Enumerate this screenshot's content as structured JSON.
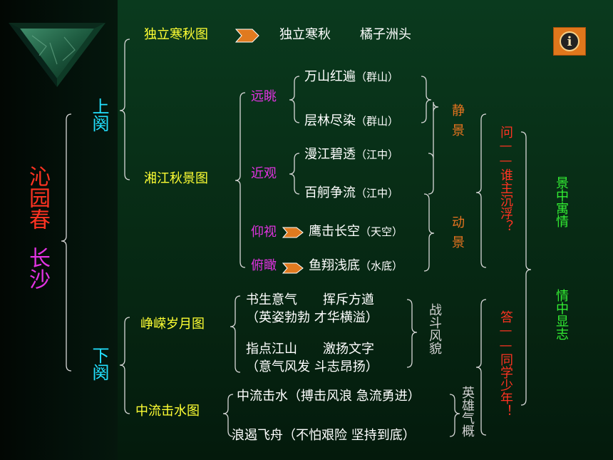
{
  "title": {
    "part1": "沁园春",
    "part2": "长沙"
  },
  "halves": {
    "upper": "上阕",
    "lower": "下阕"
  },
  "upper": {
    "scene1": {
      "label": "独立寒秋图",
      "detail1": "独立寒秋",
      "detail2": "橘子洲头"
    },
    "scene2": {
      "label": "湘江秋景图",
      "yuantiao": "远眺",
      "jinguan": "近观",
      "yangshi": "仰视",
      "fukan": "俯瞰",
      "lines": [
        {
          "text": "万山红遍",
          "note": "（群山）"
        },
        {
          "text": "层林尽染",
          "note": "（群山）"
        },
        {
          "text": "漫江碧透",
          "note": "（江中）"
        },
        {
          "text": "百舸争流",
          "note": "（江中）"
        },
        {
          "text": "鹰击长空",
          "note": "（天空）"
        },
        {
          "text": "鱼翔浅底",
          "note": "（水底）"
        }
      ],
      "static_scene": "静景",
      "dynamic_scene": "动景"
    },
    "question": "问——谁主沉浮？"
  },
  "lower": {
    "scene3": {
      "label": "峥嵘岁月图",
      "line1": "书生意气　　挥斥方遒",
      "line1_note": "（英姿勃勃 才华横溢）",
      "line2": "指点江山　　激扬文字",
      "line2_note": "（意气风发 斗志昂扬）",
      "summary": "战斗风貌"
    },
    "scene4": {
      "label": "中流击水图",
      "line1": "中流击水（搏击风浪 急流勇进）",
      "line2": "浪遏飞舟（不怕艰险 坚持到底）",
      "summary": "英雄气概"
    },
    "answer": "答——同学少年！"
  },
  "themes": {
    "theme1": "景中寓情",
    "theme2": "情中显志"
  },
  "info_button": {
    "icon": "info-icon",
    "glyph": "i"
  },
  "colors": {
    "yellow": "#ffff33",
    "magenta": "#e233e2",
    "green": "#33ee33",
    "cyan": "#22e0ff",
    "red": "#ff3322",
    "orange": "#e8741f"
  }
}
